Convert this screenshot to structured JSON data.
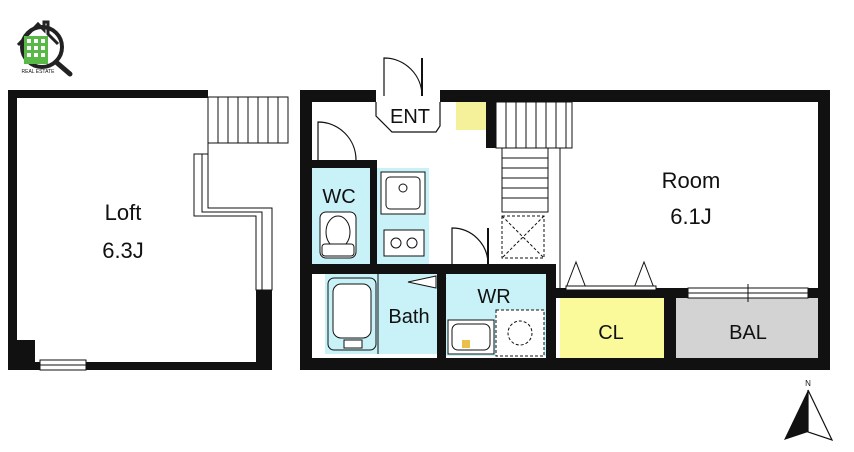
{
  "logo": {
    "caption": "REAL ESTATE"
  },
  "loft": {
    "name": "Loft",
    "size": "6.3J"
  },
  "rooms": {
    "entrance": "ENT",
    "wc": "WC",
    "bath": "Bath",
    "wr": "WR",
    "room": "Room",
    "room_size": "6.1J",
    "closet": "CL",
    "balcony": "BAL"
  },
  "compass": {
    "label": "N"
  },
  "colors": {
    "wall": "#111111",
    "wet_area": "#c8f2f7",
    "closet": "#fafa9a",
    "balcony": "#d3d3d3",
    "entrance_mat": "#f5f19a",
    "logo_green": "#58b947"
  }
}
